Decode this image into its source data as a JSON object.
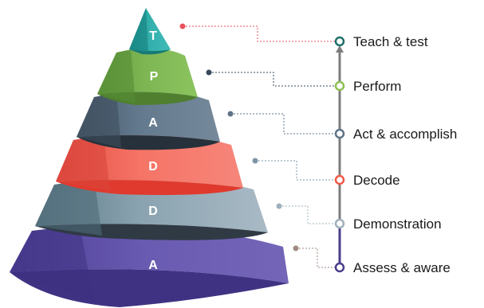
{
  "pyramid": {
    "layers": [
      {
        "letter": "T",
        "label": "Teach & test",
        "color": "#2ba7a7",
        "dot": "#e9505c",
        "ring": "#1f6f6a"
      },
      {
        "letter": "P",
        "label": "Perform",
        "color": "#7bb54d",
        "dot": "#37485a",
        "ring": "#8cc152"
      },
      {
        "letter": "A",
        "label": "Act & accomplish",
        "color": "#5f7386",
        "dot": "#5f7386",
        "ring": "#5f7386"
      },
      {
        "letter": "D",
        "label": "Decode",
        "color": "#f0655a",
        "dot": "#7d94a6",
        "ring": "#ef5a48"
      },
      {
        "letter": "D",
        "label": "Demonstration",
        "color": "#7d9aa8",
        "dot": "#9eb0bd",
        "ring": "#9eb0bd"
      },
      {
        "letter": "A",
        "label": "Assess & aware",
        "color": "#6354a8",
        "dot": "#a08a82",
        "ring": "#4b3d8c"
      }
    ]
  },
  "colors": {
    "axis": "#7c7c7c",
    "axis_lower": "#4b3d8c"
  }
}
